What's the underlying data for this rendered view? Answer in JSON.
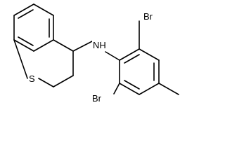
{
  "molecule": {
    "atoms": {
      "sulfur": "S",
      "amine": "NH",
      "bromo_top": "Br",
      "bromo_bottom": "Br"
    },
    "colors": {
      "ink": "#000000",
      "background": "#ffffff"
    }
  }
}
